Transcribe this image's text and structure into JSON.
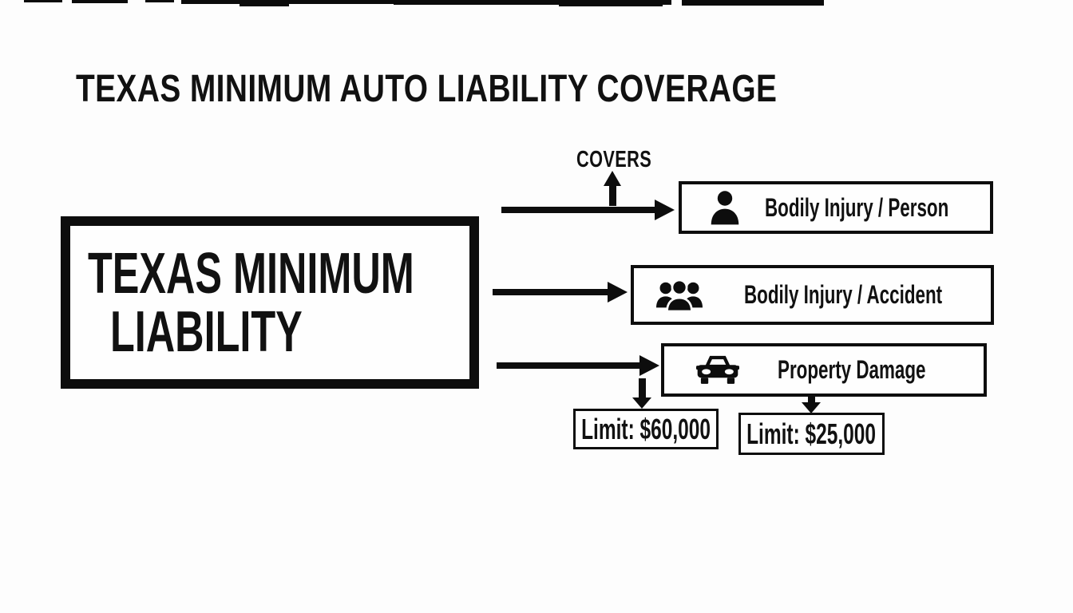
{
  "title": "TEXAS MINIMUM AUTO LIABILITY COVERAGE",
  "source_box": {
    "line1": "TEXAS MINIMUM",
    "line2": "LIABILITY"
  },
  "covers_label": "COVERS",
  "coverages": [
    {
      "label": "Bodily Injury / Person",
      "icon": "person-icon"
    },
    {
      "label": "Bodily Injury / Accident",
      "icon": "group-icon"
    },
    {
      "label": "Property Damage",
      "icon": "car-icon"
    }
  ],
  "limits": [
    {
      "label": "Limit: $60,000"
    },
    {
      "label": "Limit: $25,000"
    }
  ],
  "colors": {
    "ink": "#0d0d0d",
    "background": "#fdfdfd"
  }
}
